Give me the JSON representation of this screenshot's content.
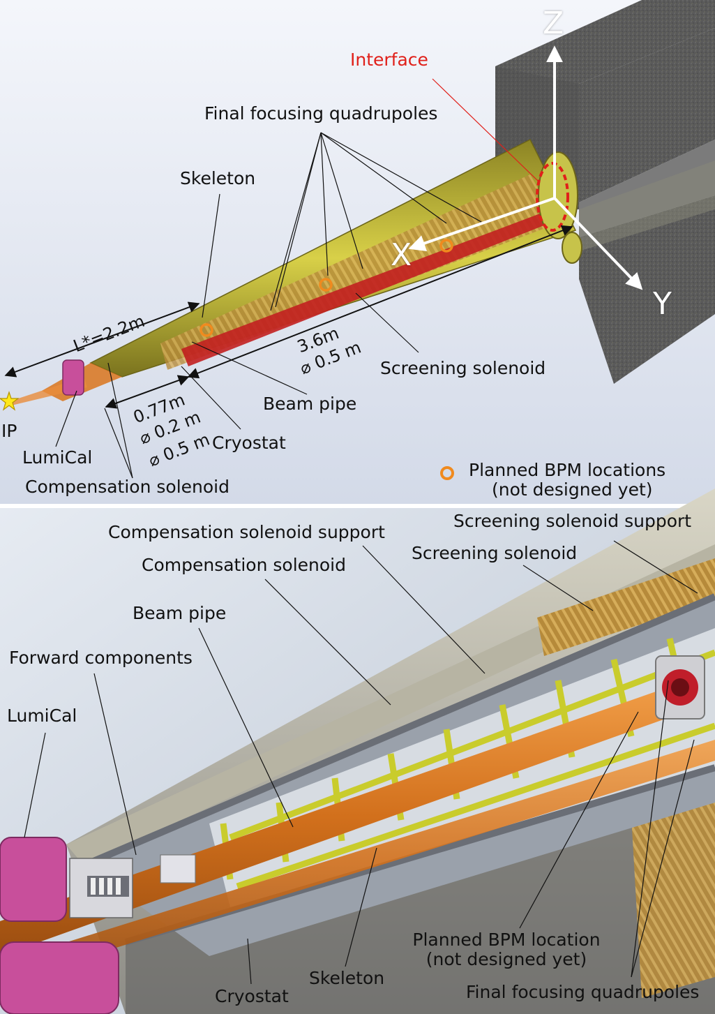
{
  "top_panel": {
    "axes": {
      "z": "Z",
      "x": "X",
      "y": "Y"
    },
    "labels": {
      "interface": "Interface",
      "final_focusing_quadrupoles": "Final focusing quadrupoles",
      "skeleton": "Skeleton",
      "l_star": "L*=2.2m",
      "length_36": "3.6m",
      "diam_05_a": "⌀ 0.5 m",
      "screening_solenoid": "Screening solenoid",
      "beam_pipe": "Beam pipe",
      "length_077": "0.77m",
      "diam_02": "⌀ 0.2 m",
      "diam_05_b": "⌀ 0.5 m",
      "cryostat": "Cryostat",
      "ip": "IP",
      "lumical": "LumiCal",
      "compensation_solenoid": "Compensation solenoid",
      "bpm_legend_line1": "Planned BPM locations",
      "bpm_legend_line2": "(not designed yet)"
    }
  },
  "bottom_panel": {
    "labels": {
      "screening_solenoid_support": "Screening solenoid support",
      "compensation_solenoid_support": "Compensation solenoid support",
      "compensation_solenoid": "Compensation solenoid",
      "screening_solenoid": "Screening solenoid",
      "beam_pipe": "Beam pipe",
      "forward_components": "Forward components",
      "lumical": "LumiCal",
      "planned_bpm_line1": "Planned BPM location",
      "planned_bpm_line2": "(not designed yet)",
      "skeleton": "Skeleton",
      "cryostat": "Cryostat",
      "final_focusing_quadrupoles": "Final focusing quadrupoles"
    }
  },
  "colors": {
    "background_top": "#dde3ef",
    "background_bottom": "#c6cfdb",
    "interface_red": "#e0201a",
    "bpm_orange": "#f08a1e",
    "cryostat_yellow": "#c8c23a",
    "beam_pipe_orange": "#d9741c",
    "lumical_pink": "#c84f9b",
    "tunnel_grey": "#555555"
  }
}
